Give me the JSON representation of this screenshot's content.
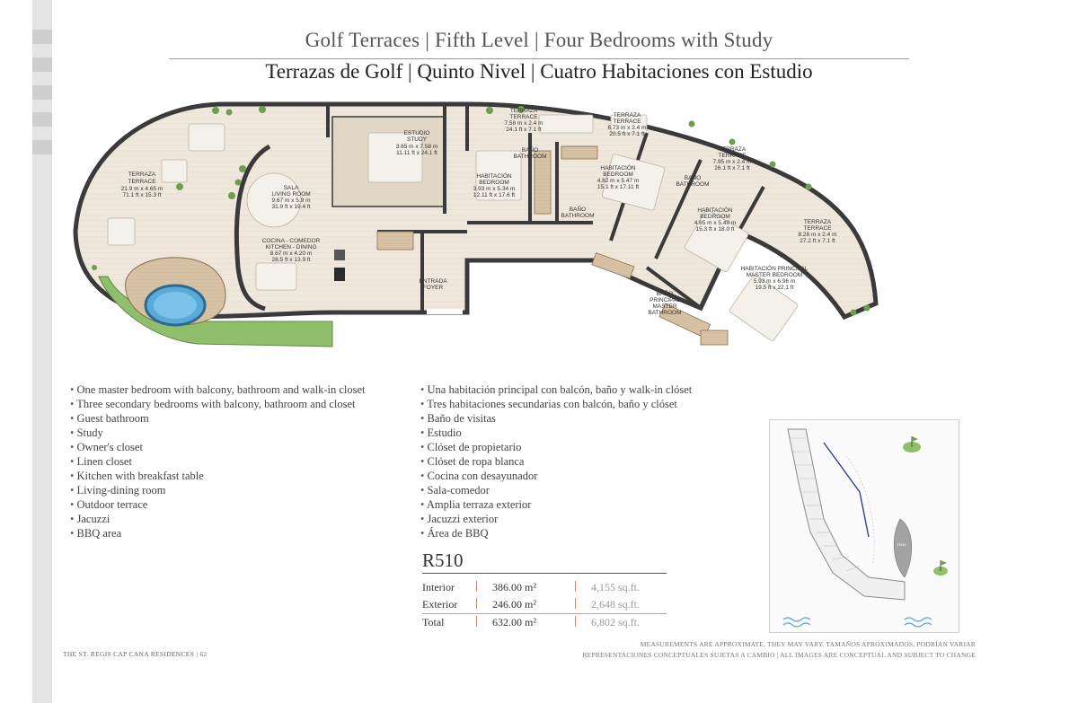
{
  "header": {
    "title_en": "Golf Terraces  | Fifth Level | Four Bedrooms with Study",
    "title_es": "Terrazas de Golf  |  Quinto Nivel | Cuatro Habitaciones con Estudio"
  },
  "rooms": {
    "terraza_left": {
      "es": "TERRAZA",
      "en": "TERRACE",
      "m": "21.9 m x 4.65 m",
      "ft": "71.1 ft x 15.3 ft"
    },
    "estudio": {
      "es": "ESTUDIO",
      "en": "STUDY",
      "m": "3.65 m x 7.58 m",
      "ft": "11.11 ft x 24.1 ft"
    },
    "sala": {
      "es": "SALA",
      "en": "LIVING ROOM",
      "m": "9.67 m x 5.9 m",
      "ft": "31.9 ft x 19.4 ft"
    },
    "cocina": {
      "es": "COCINA - COMEDOR",
      "en": "KITCHEN - DINING",
      "m": "8.67 m x 4.20 m",
      "ft": "28.5 ft x 13.9 ft"
    },
    "terraza_1": {
      "es": "TERRAZA",
      "en": "TERRACE",
      "m": "7.58 m x 2.4 m",
      "ft": "24.1 ft x 7.1 ft"
    },
    "terraza_2": {
      "es": "TERRAZA",
      "en": "TERRACE",
      "m": "6.73 m x 2.4 m",
      "ft": "20.5 ft x 7.1 ft"
    },
    "terraza_3": {
      "es": "TERRAZA",
      "en": "TERRACE",
      "m": "7.95 m x 2.4 m",
      "ft": "26.1 ft x 7.1 ft"
    },
    "terraza_4": {
      "es": "TERRAZA",
      "en": "TERRACE",
      "m": "8.28 m x 2.4 m",
      "ft": "27.2 ft x 7.1 ft"
    },
    "bano_1": {
      "es": "BAÑO",
      "en": "BATHROOM"
    },
    "bano_2": {
      "es": "BAÑO",
      "en": "BATHROOM"
    },
    "bano_3": {
      "es": "BAÑO",
      "en": "BATHROOM"
    },
    "hab_1": {
      "es": "HABITACIÓN",
      "en": "BEDROOM",
      "m": "3.93 m x 5.34 m",
      "ft": "12.11 ft x 17.6 ft"
    },
    "hab_2": {
      "es": "HABITACIÓN",
      "en": "BEDROOM",
      "m": "4.82 m x 5.47 m",
      "ft": "15.1 ft x 17.11 ft"
    },
    "hab_3": {
      "es": "HABITACIÓN",
      "en": "BEDROOM",
      "m": "4.65 m x 5.49 m",
      "ft": "15.3 ft x 18.0 ft"
    },
    "master": {
      "es": "HABITACIÓN PRINCIPAL",
      "en": "MASTER BEDROOM",
      "m": "5.93 m x 6.96 m",
      "ft": "19.5 ft x 22.1 ft"
    },
    "master_bath": {
      "l1": "BAÑO",
      "l2": "PRINCIPAL",
      "l3": "MASTER",
      "l4": "BATHROOM"
    },
    "entrada": {
      "es": "ENTRADA",
      "en": "FOYER"
    }
  },
  "features_en": [
    "One master bedroom with balcony, bathroom and walk-in closet",
    "Three secondary bedrooms with balcony, bathroom and closet",
    "Guest bathroom",
    "Study",
    "Owner's closet",
    "Linen closet",
    "Kitchen with breakfast table",
    "Living-dining room",
    "Outdoor terrace",
    "Jacuzzi",
    "BBQ area"
  ],
  "features_es": [
    "Una habitación principal con balcón, baño y walk-in clóset",
    "Tres habitaciones secundarias con balcón, baño y clóset",
    "Baño de visitas",
    "Estudio",
    "Clóset de propietario",
    "Clóset de ropa blanca",
    "Cocina con desayunador",
    "Sala-comedor",
    "Amplia terraza exterior",
    "Jacuzzi exterior",
    "Área de BBQ"
  ],
  "unit": {
    "code": "R510",
    "rows": [
      {
        "label": "Interior",
        "m2": "386.00 m²",
        "sqft": "4,155 sq.ft."
      },
      {
        "label": "Exterior",
        "m2": "246.00 m²",
        "sqft": "2,648 sq.ft."
      },
      {
        "label": "Total",
        "m2": "632.00 m²",
        "sqft": "6,802 sq.ft."
      }
    ]
  },
  "keymap": {
    "unit_tag": "R510"
  },
  "footer": {
    "left": "THE ST. REGIS CAP CANA RESIDENCES  |  62",
    "right_1": "MEASUREMENTS ARE APPROXIMATE, THEY MAY VARY. TAMAÑOS APROXIMADOS, PODRÍAN VARIAR",
    "right_2": "REPRESENTACIONES CONCEPTUALES SUJETAS A CAMBIO | ALL IMAGES ARE CONCEPTUAL AND SUBJECT TO CHANGE"
  },
  "colors": {
    "accent": "#d9826b",
    "wall": "#3a3a3a",
    "floor": "#efe7dc",
    "wood": "#c9a27a",
    "grass": "#7fb069"
  }
}
